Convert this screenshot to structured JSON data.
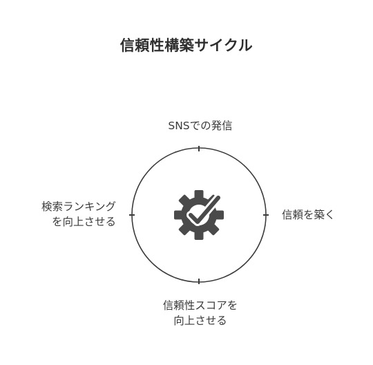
{
  "title": "信頼性構築サイクル",
  "cycle": {
    "center_icon": "gear-check-icon",
    "stroke_color": "#3a3a3a",
    "icon_color": "#4a4a4a",
    "steps": [
      {
        "position": "top",
        "lines": [
          "SNSでの発信"
        ]
      },
      {
        "position": "right",
        "lines": [
          "信頼を築く"
        ]
      },
      {
        "position": "bottom",
        "lines": [
          "信頼性スコアを",
          "向上させる"
        ]
      },
      {
        "position": "left",
        "lines": [
          "検索ランキング",
          "を向上させる"
        ]
      }
    ]
  }
}
